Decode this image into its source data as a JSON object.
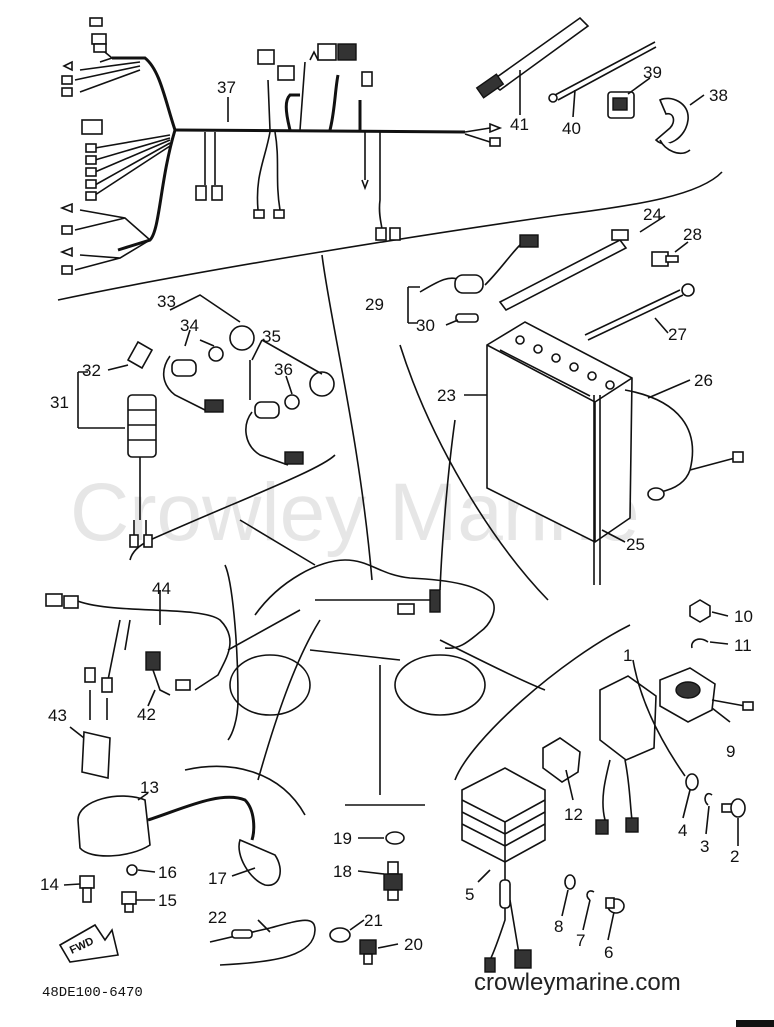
{
  "watermark": "Crowley Marine",
  "site_url": "crowleymarine.com",
  "drawing_code": "48DE100-6470",
  "fwd_label": "FWD",
  "callouts": [
    "1",
    "2",
    "3",
    "4",
    "5",
    "6",
    "7",
    "8",
    "9",
    "10",
    "11",
    "12",
    "13",
    "14",
    "15",
    "16",
    "17",
    "18",
    "19",
    "20",
    "21",
    "22",
    "23",
    "24",
    "25",
    "26",
    "27",
    "28",
    "29",
    "30",
    "31",
    "32",
    "33",
    "34",
    "35",
    "36",
    "37",
    "38",
    "39",
    "40",
    "41",
    "42",
    "43",
    "44"
  ]
}
